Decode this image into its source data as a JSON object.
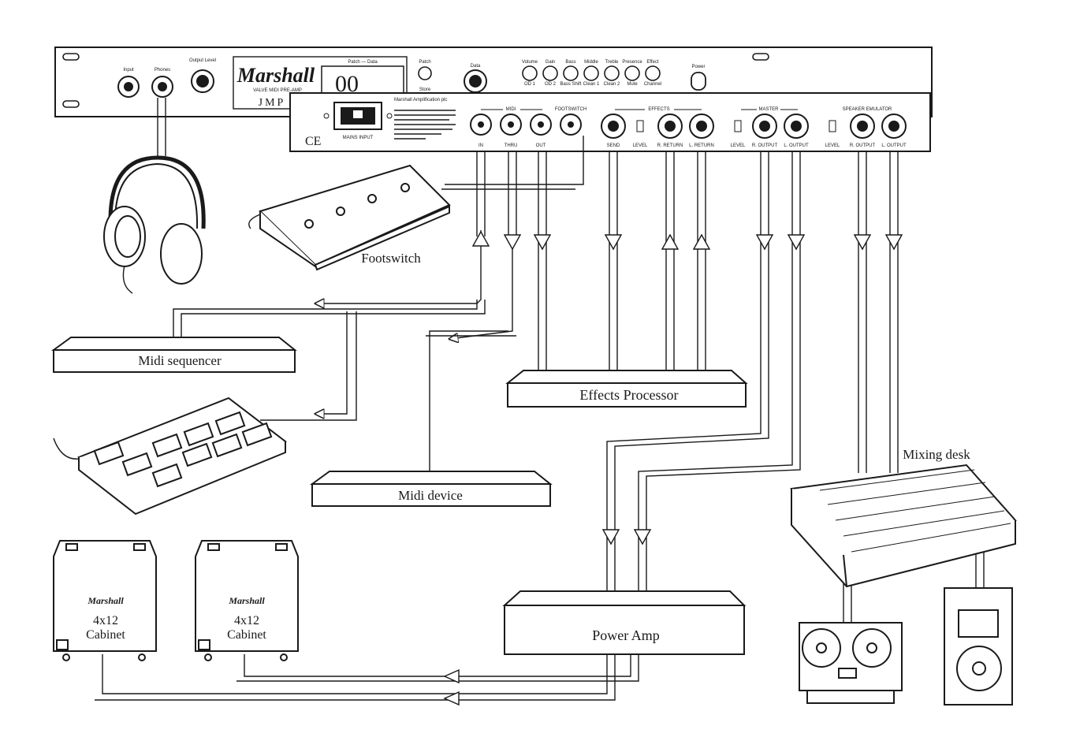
{
  "front_panel": {
    "brand": "Marshall",
    "model": "VALVE MIDI PRE-AMP",
    "series": "JMP",
    "display": "00",
    "labels": {
      "input": "Input",
      "phones": "Phones",
      "output_level": "Output Level",
      "patch_data": "Patch — Data",
      "patch": "Patch",
      "store": "Store",
      "data": "Data",
      "volume": "Volume",
      "gain": "Gain",
      "bass": "Bass",
      "middle": "Middle",
      "treble": "Treble",
      "presence": "Presence",
      "effect": "Effect",
      "od1": "OD 1",
      "od2": "OD 2",
      "bass_shift": "Bass Shift",
      "clean1": "Clean 1",
      "clean2": "Clean 2",
      "mute": "Mute",
      "channel": "Channel",
      "power": "Power"
    }
  },
  "rear_panel": {
    "company": "Marshall Amplification plc",
    "mains_input": "MAINS INPUT",
    "ce_mark": "CE",
    "sections": {
      "midi": "MIDI",
      "footswitch": "FOOTSWITCH",
      "effects": "EFFECTS",
      "master": "MASTER",
      "speaker_emulator": "SPEAKER EMULATOR"
    },
    "jacks": {
      "in": "IN",
      "thru": "THRU",
      "out": "OUT",
      "send": "SEND",
      "level": "LEVEL",
      "r_return": "R. RETURN",
      "l_return": "L. RETURN",
      "r_output": "R. OUTPUT",
      "l_output": "L. OUTPUT"
    }
  },
  "devices": {
    "footswitch": "Footswitch",
    "midi_sequencer": "Midi sequencer",
    "effects_processor": "Effects Processor",
    "midi_device": "Midi device",
    "mixing_desk": "Mixing desk",
    "power_amp": "Power Amp",
    "cabinet_brand": "Marshall",
    "cabinet_size": "4x12",
    "cabinet_word": "Cabinet"
  },
  "colors": {
    "ink": "#1a1a1a",
    "paper": "#ffffff",
    "panel_shade": "#f4f4f4"
  }
}
